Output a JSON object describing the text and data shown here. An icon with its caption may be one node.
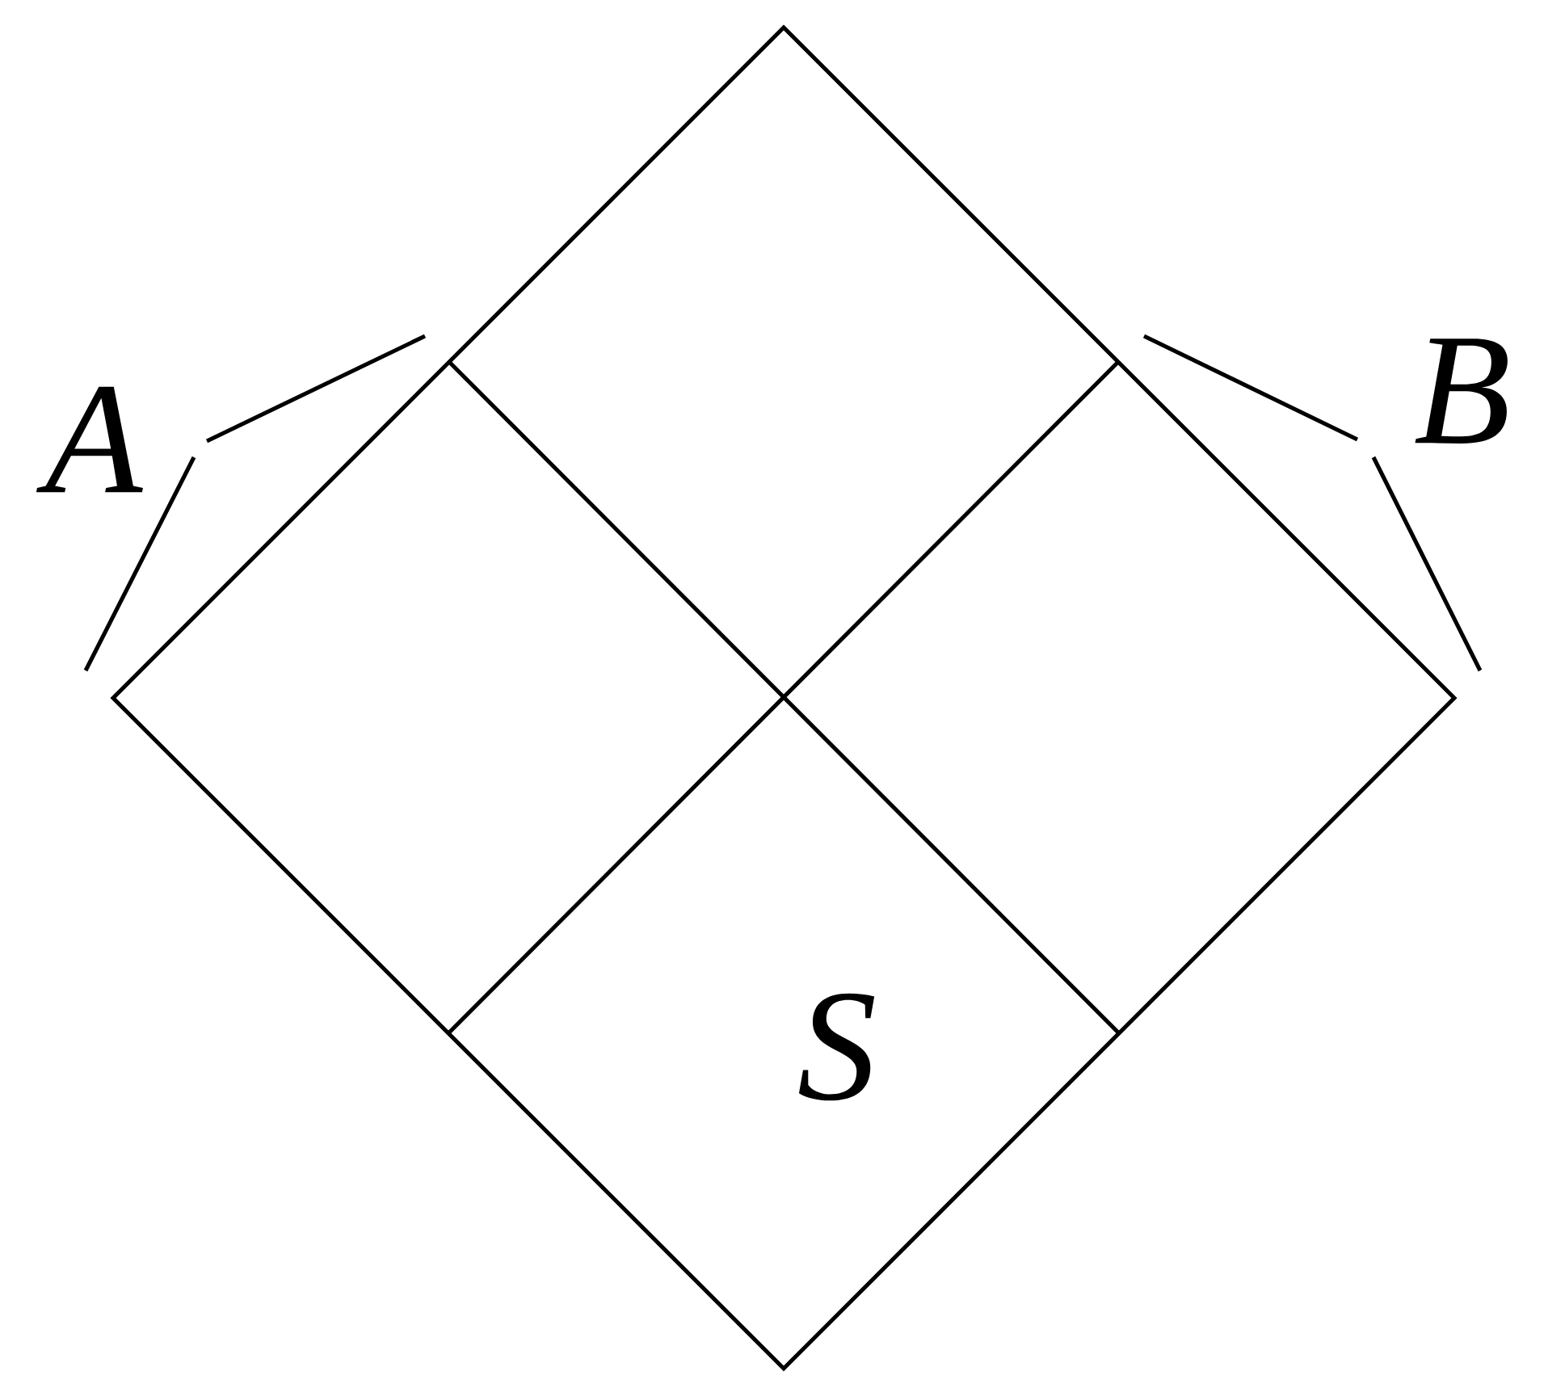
{
  "diagram": {
    "labels": [
      "A",
      "B",
      "S"
    ]
  }
}
